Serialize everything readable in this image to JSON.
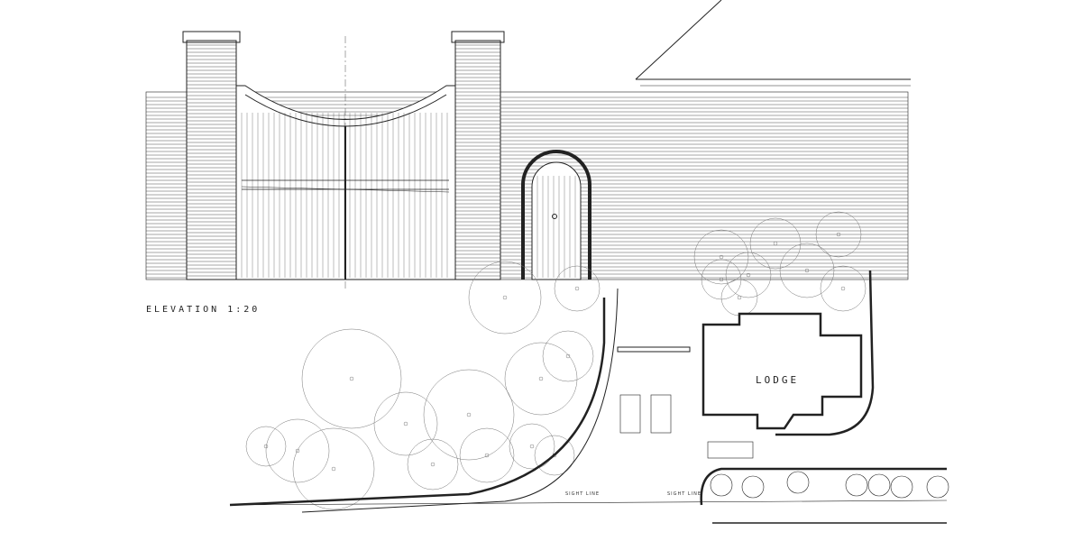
{
  "labels": {
    "elevation": "ELEVATION 1:20",
    "lodge": "LODGE",
    "sight_line_left": "SIGHT LINE",
    "sight_line_right": "SIGHT LINE"
  },
  "colors": {
    "ink": "#222222",
    "paper": "#ffffff"
  }
}
